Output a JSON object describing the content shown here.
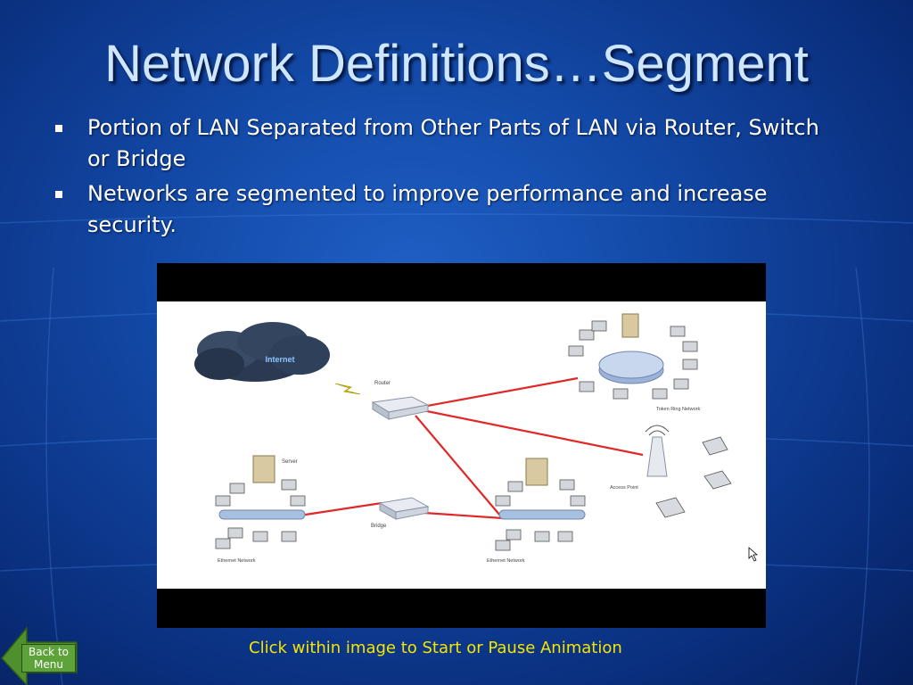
{
  "slide": {
    "title": "Network Definitions…Segment",
    "bullets": [
      "Portion of LAN Separated from Other Parts of LAN via Router, Switch or Bridge",
      "Networks are segmented to improve performance and increase security."
    ],
    "caption": "Click within image to Start or Pause Animation",
    "back_button": "Back to Menu"
  },
  "diagram": {
    "labels": {
      "internet": "Internet",
      "router": "Router",
      "token_ring": "Token Ring Network",
      "access_point": "Access Point",
      "server": "Server",
      "bridge": "Bridge",
      "ethernet_left": "Ethernet Network",
      "ethernet_right": "Ethernet Network"
    }
  },
  "colors": {
    "title": "#cfe6ff",
    "caption": "#f5e600",
    "link": "#e02828",
    "back_button": "#5ea23a"
  }
}
